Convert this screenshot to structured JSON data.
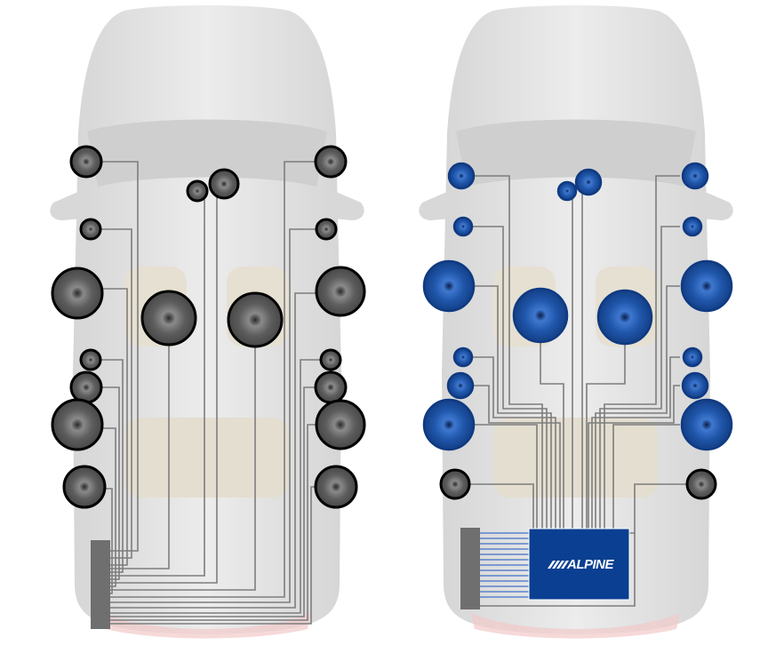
{
  "brand": {
    "label": "ALPINE",
    "panel_color": "#0a3f92"
  },
  "diagrams": [
    {
      "name": "factory-system",
      "speaker_style": "gray"
    },
    {
      "name": "alpine-system",
      "speaker_style": "blue"
    }
  ],
  "colors": {
    "car_body": "#e3e3e3",
    "wiring": "#7d7d7d",
    "gray_speaker": "#555555",
    "blue_speaker": "#1b4fa0",
    "amplifier_block": "#6f6f6f"
  }
}
